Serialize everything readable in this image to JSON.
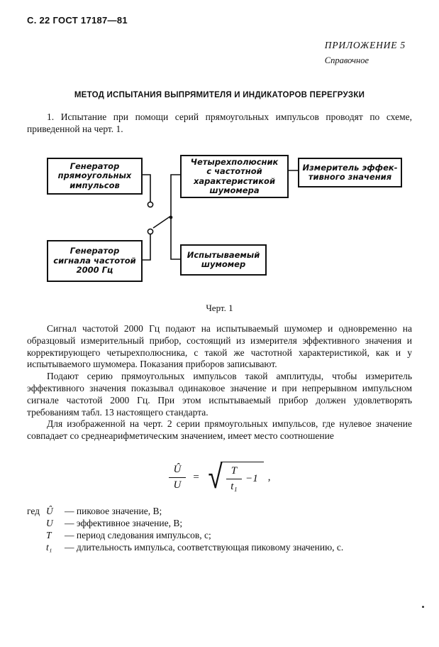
{
  "header": {
    "left": "С. 22 ГОСТ 17187—81",
    "annex": "ПРИЛОЖЕНИЕ 5",
    "annex_sub": "Справочное"
  },
  "title": "МЕТОД ИСПЫТАНИЯ ВЫПРЯМИТЕЛЯ И ИНДИКАТОРОВ ПЕРЕГРУЗКИ",
  "intro": "1. Испытание при помощи серий прямоугольных импульсов проводят по схеме, приведенной на черт. 1.",
  "diagram": {
    "boxes": [
      {
        "label": "Генератор\nпрямоугольных\nимпульсов"
      },
      {
        "label": "Четырехполюсник\nс частотной\nхарактеристикой\nшумомера"
      },
      {
        "label": "Измеритель эффек-\nтивного значения"
      },
      {
        "label": "Генератор\nсигнала частотой\n2000 Гц"
      },
      {
        "label": "Испытываемый\nшумомер"
      }
    ],
    "caption": "Черт. 1"
  },
  "body": {
    "para_a": "Сигнал частотой 2000 Гц подают на испытываемый шумомер и одновременно на образцовый измерительный прибор, состоящий из измерителя эффективного значения и корректирующего четырехполюсника, с такой же частотной характеристикой, как и у испытываемого шумомера. Показания приборов записывают.",
    "para_b": "Подают серию прямоугольных импульсов такой амплитуды, чтобы измеритель эффективного значения показывал одинаковое значение и при непрерывном импульсном сигнале частотой 2000 Гц. При этом испытываемый прибор должен удовлетворять требованиям табл. 13 настоящего стандарта.",
    "para_c": "Для изображенной на черт. 2 серии прямоугольных импульсов, где нулевое значение совпадает со среднеарифметическим значением, имеет место соотношение"
  },
  "formula": {
    "u_hat": "Û",
    "u": "U",
    "equals": "=",
    "radical": "√",
    "t_period": "T",
    "t_sub": "t₁",
    "minus_one": "−1",
    "comma": ","
  },
  "definitions": [
    {
      "prefix": "гед",
      "symbol": "Û",
      "text": "— пиковое значение, В;"
    },
    {
      "prefix": "",
      "symbol": "U",
      "text": "— эффективное значение, В;"
    },
    {
      "prefix": "",
      "symbol": "Т",
      "text": "— период следования импульсов, с;"
    },
    {
      "prefix": "",
      "symbol": "t₁",
      "text": "— длительность импульса, соответствующая пиковому значению, с."
    }
  ]
}
